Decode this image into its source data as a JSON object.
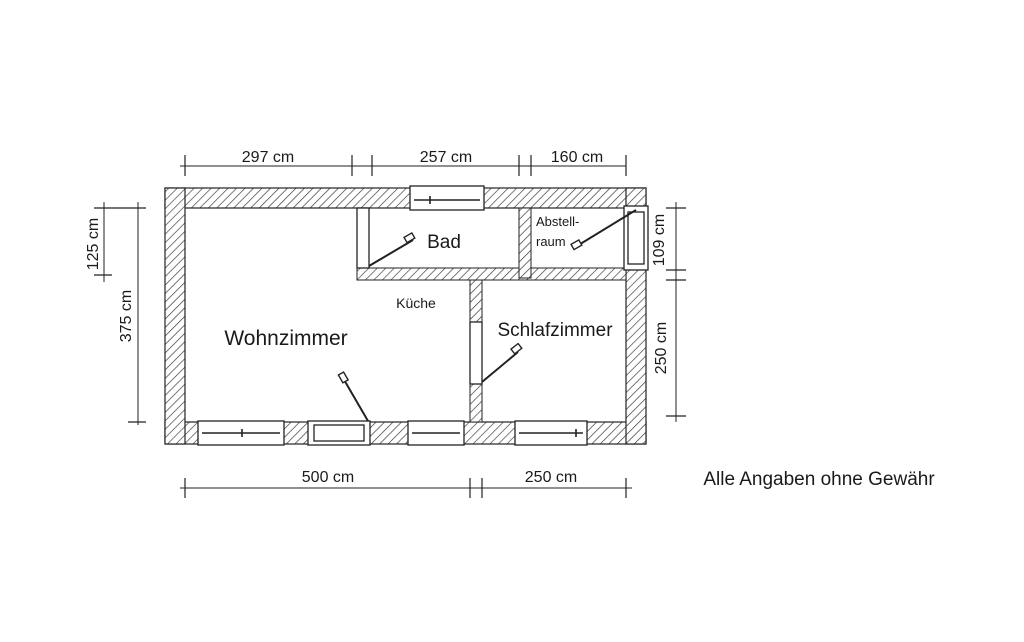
{
  "dimensions": {
    "top": [
      "297 cm",
      "257 cm",
      "160 cm"
    ],
    "bottom": [
      "500 cm",
      "250 cm"
    ],
    "left": [
      "125 cm",
      "375 cm"
    ],
    "right": [
      "109 cm",
      "250 cm"
    ]
  },
  "rooms": {
    "living": "Wohnzimmer",
    "bath": "Bad",
    "storage_line1": "Abstell-",
    "storage_line2": "raum",
    "kitchen": "Küche",
    "bedroom": "Schlafzimmer"
  },
  "disclaimer": "Alle Angaben ohne Gewähr"
}
